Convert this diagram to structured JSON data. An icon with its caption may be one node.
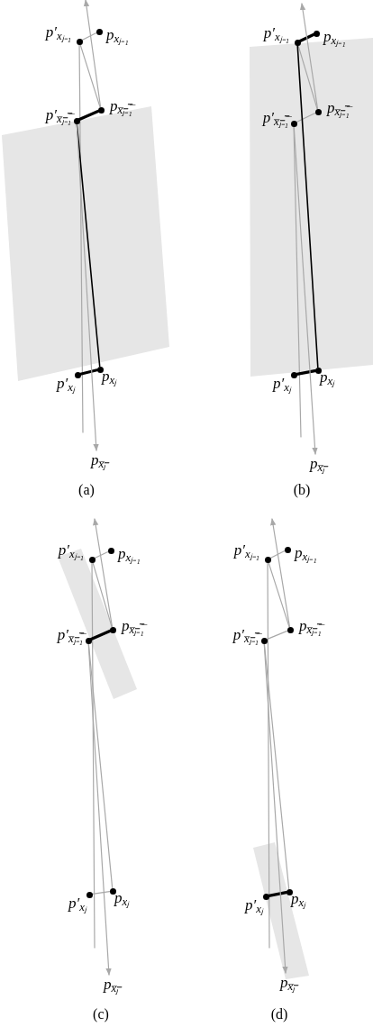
{
  "diagram": {
    "nodes": [
      {
        "text": [],
        "shape": "circle",
        "beside": [
          "p′$_{xⱼ₋₁}$"
        ]
      },
      {
        "text": [],
        "shape": "circle",
        "beside": [
          "p$_{xⱼ₋₁}$"
        ]
      },
      {
        "text": [],
        "shape": "circle",
        "beside": [
          "p$_{x̅ⱼ̅₋̅₁̅}$"
        ]
      },
      {
        "text": [],
        "shape": "circle",
        "beside": [
          "p′$_{x̅ⱼ̅₋̅₁̅}$"
        ]
      },
      {
        "text": [],
        "shape": "circle",
        "beside": [
          "p$_{xⱼ}$"
        ]
      },
      {
        "text": [],
        "shape": "circle",
        "beside": [
          "p′$_{xⱼ}$"
        ]
      },
      {
        "text": [
          "p$_{x̅ⱼ̅}$"
        ]
      },
      {
        "text": [],
        "shape": "circle",
        "beside": [
          "p′$_{xⱼ₋₁}$"
        ]
      },
      {
        "text": [],
        "shape": "circle",
        "beside": [
          "p$_{xⱼ₋₁}$"
        ]
      },
      {
        "text": [],
        "shape": "circle",
        "beside": [
          "p$_{x̅ⱼ̅₋̅₁̅}$"
        ]
      },
      {
        "text": [],
        "shape": "circle",
        "beside": [
          "p′$_{x̅ⱼ̅₋̅₁̅}$"
        ]
      },
      {
        "text": [],
        "shape": "circle",
        "beside": [
          "p$_{xⱼ}$"
        ]
      },
      {
        "text": [],
        "shape": "circle",
        "beside": [
          "p′$_{xⱼ}$"
        ]
      },
      {
        "text": [
          "p$_{x̅ⱼ̅}$"
        ]
      },
      {
        "text": [],
        "shape": "circle",
        "beside": [
          "p′$_{xⱼ₋₁}$"
        ]
      },
      {
        "text": [],
        "shape": "circle",
        "beside": [
          "p$_{xⱼ₋₁}$"
        ]
      },
      {
        "text": [],
        "shape": "circle",
        "beside": [
          "p$_{x̅ⱼ̅₋̅₁̅}$"
        ]
      },
      {
        "text": [],
        "shape": "circle",
        "beside": [
          "p′$_{x̅ⱼ̅₋̅₁̅}$"
        ]
      },
      {
        "text": [],
        "shape": "circle",
        "beside": [
          "p$_{xⱼ}$"
        ]
      },
      {
        "text": [],
        "shape": "circle",
        "beside": [
          "p′$_{xⱼ}$"
        ]
      },
      {
        "text": [
          "p$_{x̅ⱼ̅}$"
        ]
      },
      {
        "text": [],
        "shape": "circle",
        "beside": [
          "p′$_{xⱼ₋₁}$"
        ]
      },
      {
        "text": [],
        "shape": "circle",
        "beside": [
          "p$_{xⱼ₋₁}$"
        ]
      },
      {
        "text": [],
        "shape": "circle",
        "beside": [
          "p$_{x̅ⱼ̅₋̅₁̅}$"
        ]
      },
      {
        "text": [],
        "shape": "circle",
        "beside": [
          "p′$_{x̅ⱼ̅₋̅₁̅}$"
        ]
      },
      {
        "text": [],
        "shape": "circle",
        "beside": [
          "p$_{xⱼ}$"
        ]
      },
      {
        "text": [],
        "shape": "circle",
        "beside": [
          "p′$_{xⱼ}$"
        ]
      },
      {
        "text": [
          "p$_{x̅ⱼ̅}$"
        ]
      }
    ],
    "edges": [
      {
        "from": 0,
        "to": 1,
        "arrow": "none"
      },
      {
        "from": 0,
        "to": 2,
        "arrow": "none"
      },
      {
        "from": 2,
        "to": null,
        "arrow": "to"
      },
      {
        "from": 0,
        "to": null,
        "arrow": "none"
      },
      {
        "from": 3,
        "to": 2,
        "arrow": "none",
        "style": "thick",
        "color": "#000000"
      },
      {
        "from": 3,
        "to": 4,
        "arrow": "none",
        "color": "#000000"
      },
      {
        "from": 4,
        "to": 5,
        "arrow": "none",
        "style": "thick",
        "color": "#000000"
      },
      {
        "from": 3,
        "to": 6,
        "arrow": "to"
      },
      {
        "from": 7,
        "to": 8,
        "arrow": "none",
        "style": "thick",
        "color": "#000000"
      },
      {
        "from": 7,
        "to": 9,
        "arrow": "none"
      },
      {
        "from": 9,
        "to": null,
        "arrow": "to"
      },
      {
        "from": 10,
        "to": null,
        "arrow": "none"
      },
      {
        "from": 10,
        "to": 9,
        "arrow": "none"
      },
      {
        "from": 7,
        "to": 11,
        "arrow": "none",
        "color": "#000000"
      },
      {
        "from": 11,
        "to": 12,
        "arrow": "none",
        "style": "thick",
        "color": "#000000"
      },
      {
        "from": 10,
        "to": 13,
        "arrow": "to"
      },
      {
        "from": 14,
        "to": 15,
        "arrow": "none"
      },
      {
        "from": 14,
        "to": 16,
        "arrow": "none"
      },
      {
        "from": 16,
        "to": null,
        "arrow": "to"
      },
      {
        "from": 14,
        "to": null,
        "arrow": "none"
      },
      {
        "from": 17,
        "to": 16,
        "arrow": "none",
        "style": "thick",
        "color": "#000000"
      },
      {
        "from": 17,
        "to": 18,
        "arrow": "none"
      },
      {
        "from": 18,
        "to": 19,
        "arrow": "none"
      },
      {
        "from": 17,
        "to": 20,
        "arrow": "to"
      },
      {
        "from": 21,
        "to": 22,
        "arrow": "none"
      },
      {
        "from": 21,
        "to": 23,
        "arrow": "none"
      },
      {
        "from": 23,
        "to": null,
        "arrow": "to"
      },
      {
        "from": 21,
        "to": null,
        "arrow": "none"
      },
      {
        "from": 24,
        "to": 23,
        "arrow": "none"
      },
      {
        "from": 24,
        "to": 25,
        "arrow": "none"
      },
      {
        "from": 25,
        "to": 26,
        "arrow": "none",
        "style": "thick",
        "color": "#000000"
      },
      {
        "from": 24,
        "to": 27,
        "arrow": "to"
      }
    ],
    "labels": [
      "(a)",
      "(b)",
      "(c)",
      "(d)"
    ]
  }
}
